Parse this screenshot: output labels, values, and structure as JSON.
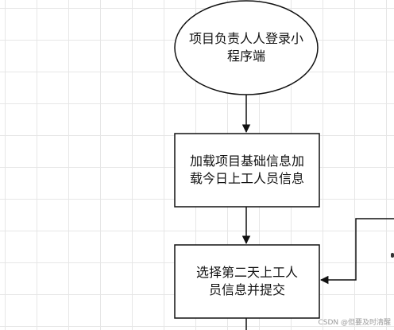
{
  "diagram": {
    "nodes": [
      {
        "id": "start",
        "shape": "ellipse",
        "label": "项目负责人人登录小程序端"
      },
      {
        "id": "load",
        "shape": "rectangle",
        "label": "加载项目基础信息加载今日上工人员信息"
      },
      {
        "id": "select",
        "shape": "rectangle",
        "label": "选择第二天上工人员信息并提交"
      }
    ],
    "edges": [
      {
        "from": "start",
        "to": "load"
      },
      {
        "from": "load",
        "to": "select"
      },
      {
        "from": "offscreen-right",
        "to": "select"
      },
      {
        "from": "select",
        "to": "offscreen-bottom"
      }
    ],
    "colors": {
      "stroke": "#111111",
      "node_fill": "#ffffff",
      "grid": "#e6e6e6"
    }
  },
  "watermark": "CSDN @但要及时清醒"
}
